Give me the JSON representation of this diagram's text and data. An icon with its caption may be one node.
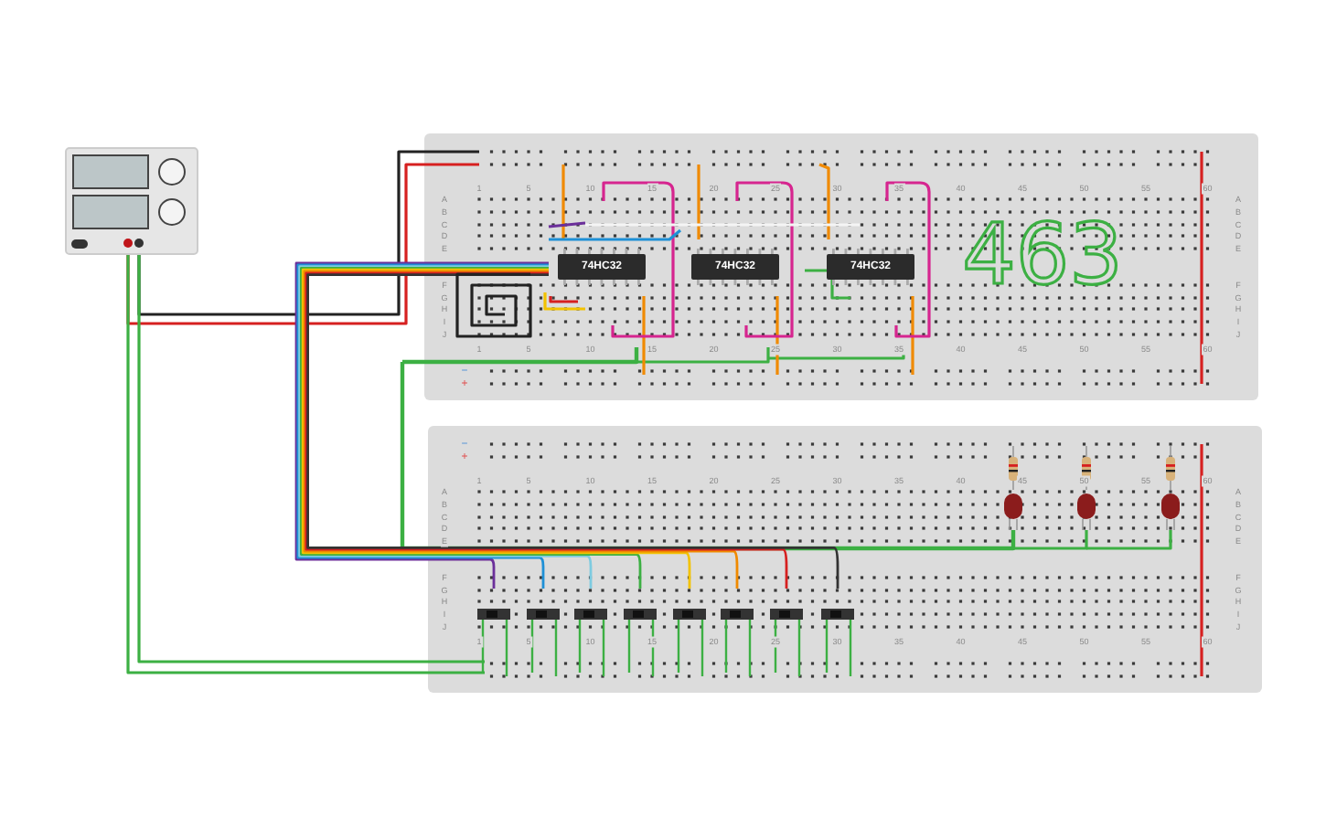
{
  "diagram": {
    "nodes": [
      {
        "text": [
          "74HC32"
        ]
      },
      {
        "text": [
          "74HC32"
        ]
      },
      {
        "text": [
          "74HC32"
        ]
      }
    ],
    "labels": [
      "1",
      "5",
      "10",
      "15",
      "20",
      "25",
      "30",
      "35",
      "40",
      "45",
      "50",
      "55",
      "60",
      "A",
      "A",
      "B",
      "B",
      "C",
      "C",
      "D",
      "D",
      "E",
      "E",
      "F",
      "F",
      "G",
      "G",
      "H",
      "H",
      "I",
      "I",
      "J",
      "J",
      "1",
      "5",
      "10",
      "15",
      "20",
      "25",
      "30",
      "35",
      "40",
      "45",
      "50",
      "55",
      "60",
      "−",
      "+",
      "−",
      "+",
      "1",
      "5",
      "10",
      "15",
      "20",
      "25",
      "30",
      "35",
      "40",
      "45",
      "50",
      "55",
      "60",
      "A",
      "A",
      "B",
      "B",
      "C",
      "C",
      "D",
      "D",
      "E",
      "E",
      "F",
      "F",
      "G",
      "G",
      "H",
      "H",
      "I",
      "I",
      "J",
      "J",
      "1",
      "5",
      "10",
      "15",
      "20",
      "25",
      "30",
      "35",
      "40",
      "45",
      "50",
      "55",
      "60",
      "463"
    ]
  }
}
